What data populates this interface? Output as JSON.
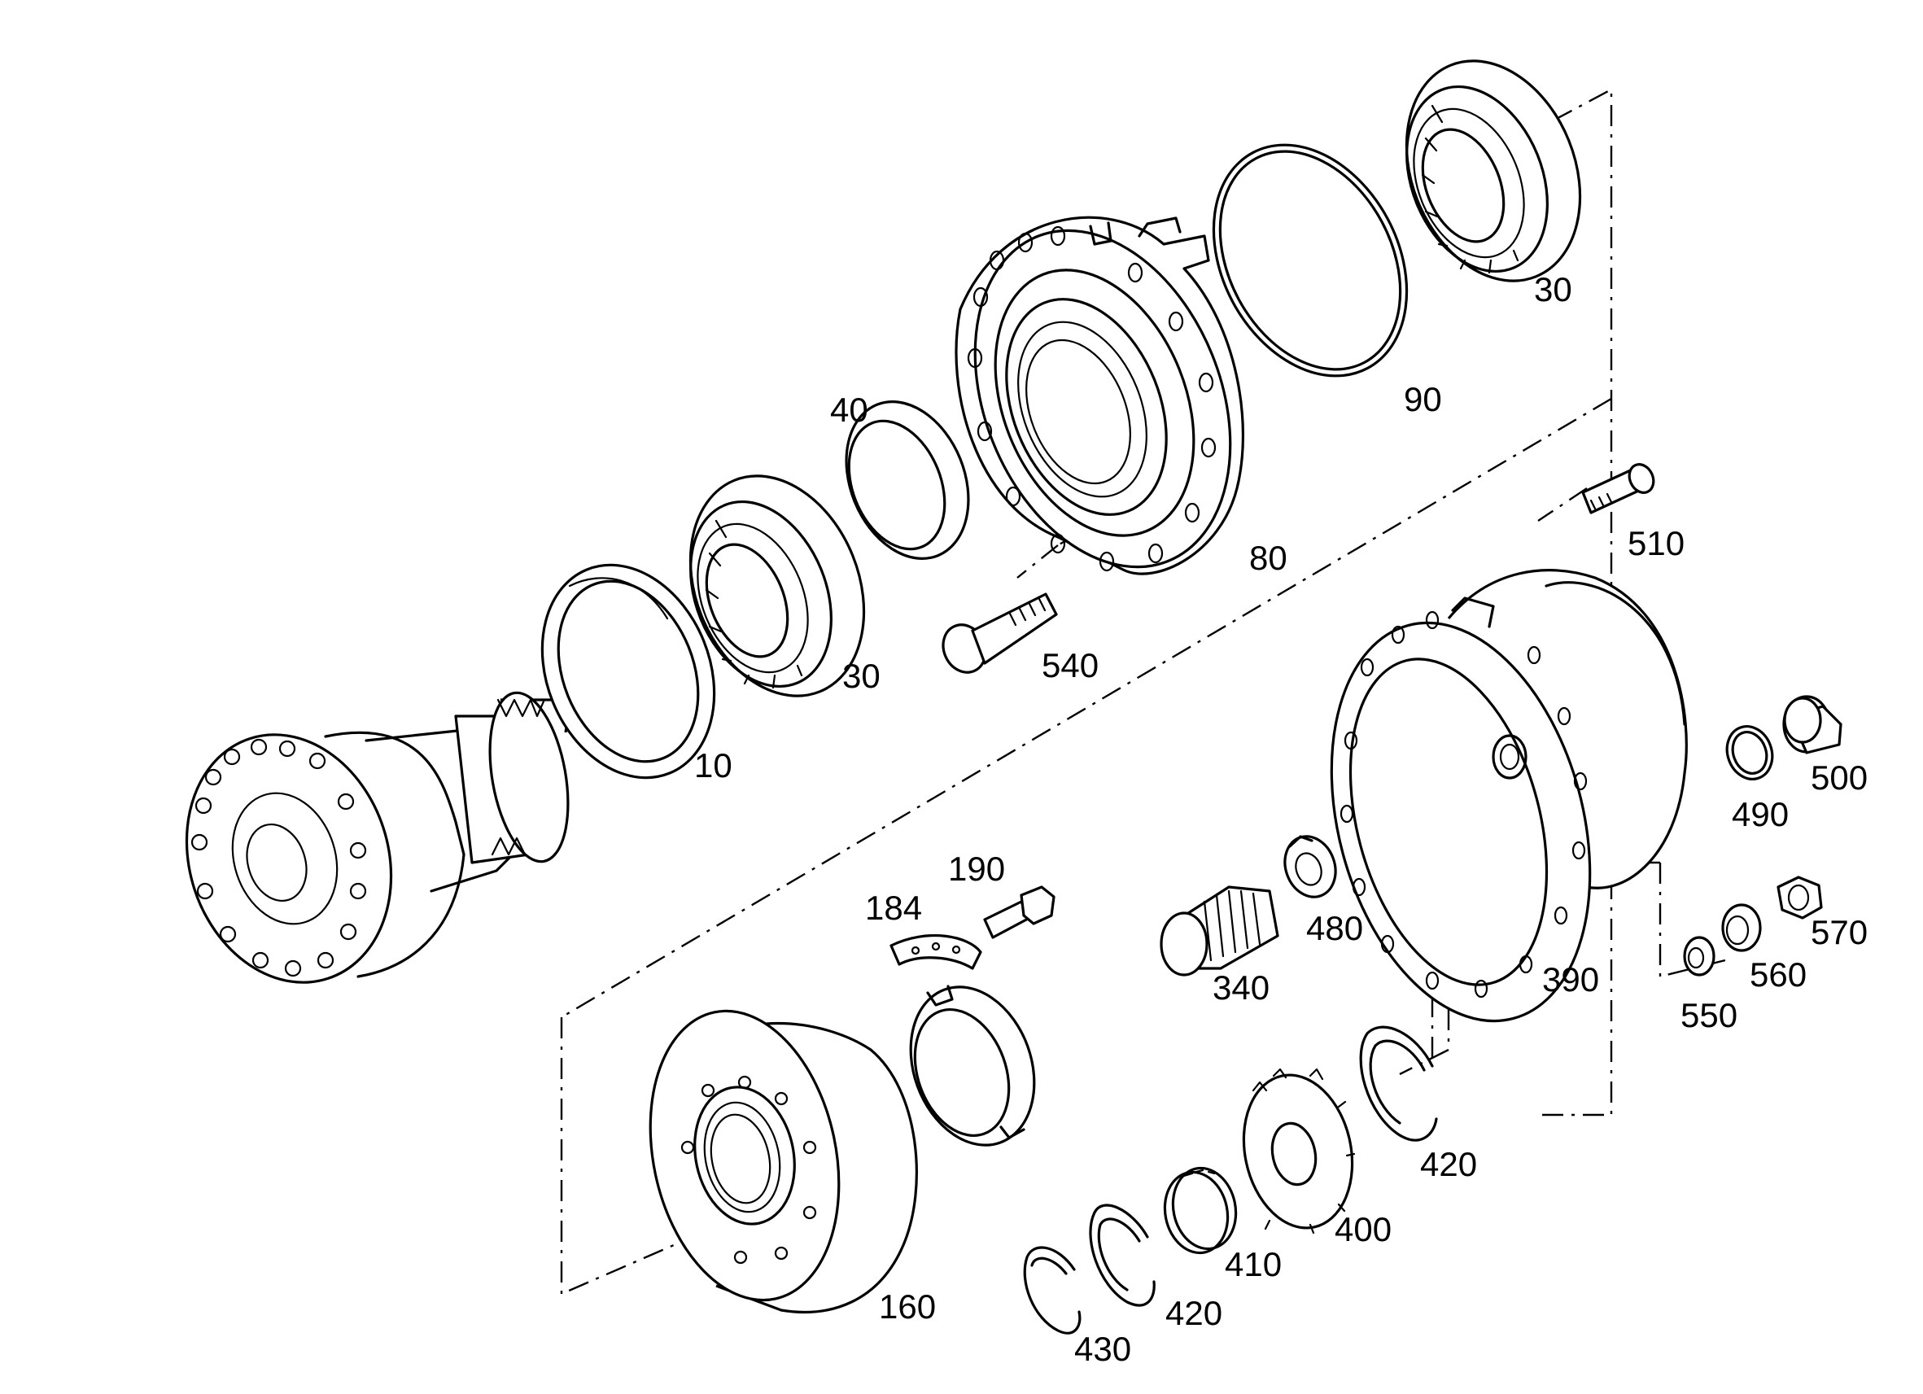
{
  "parts": [
    {
      "id": "p10",
      "label": "10"
    },
    {
      "id": "p30a",
      "label": "30"
    },
    {
      "id": "p30b",
      "label": "30"
    },
    {
      "id": "p40",
      "label": "40"
    },
    {
      "id": "p80",
      "label": "80"
    },
    {
      "id": "p90",
      "label": "90"
    },
    {
      "id": "p160",
      "label": "160"
    },
    {
      "id": "p184",
      "label": "184"
    },
    {
      "id": "p190",
      "label": "190"
    },
    {
      "id": "p340",
      "label": "340"
    },
    {
      "id": "p390",
      "label": "390"
    },
    {
      "id": "p400",
      "label": "400"
    },
    {
      "id": "p410",
      "label": "410"
    },
    {
      "id": "p420a",
      "label": "420"
    },
    {
      "id": "p420b",
      "label": "420"
    },
    {
      "id": "p430",
      "label": "430"
    },
    {
      "id": "p480",
      "label": "480"
    },
    {
      "id": "p490",
      "label": "490"
    },
    {
      "id": "p500",
      "label": "500"
    },
    {
      "id": "p510",
      "label": "510"
    },
    {
      "id": "p540",
      "label": "540"
    },
    {
      "id": "p550",
      "label": "550"
    },
    {
      "id": "p560",
      "label": "560"
    },
    {
      "id": "p570",
      "label": "570"
    }
  ]
}
